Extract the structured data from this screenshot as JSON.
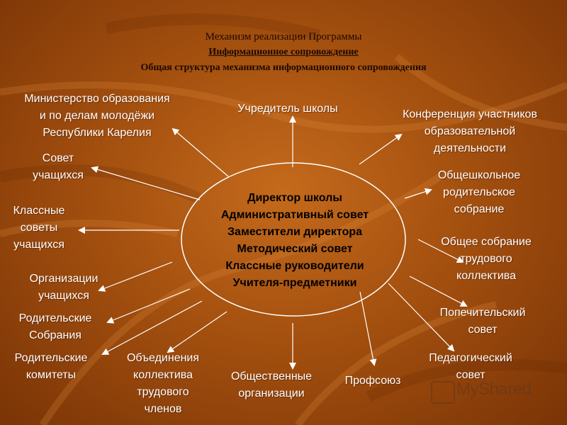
{
  "header": {
    "line1": "Механизм реализации Программы",
    "line2": "Информационное сопровождение",
    "line3": "Общая структура механизма информационного сопровождения"
  },
  "center": {
    "lines": [
      "Директор школы",
      "Административный совет",
      "Заместители директора",
      "Методический совет",
      "Классные руководители",
      "Учителя-предметники"
    ]
  },
  "nodes": {
    "ministry": [
      "Министерство образования",
      "и по делам молодёжи",
      "Республики Карелия"
    ],
    "founder": [
      "Учредитель школы"
    ],
    "conference": [
      "Конференция участников",
      "образовательной",
      "деятельности"
    ],
    "student_council": [
      "Совет",
      "учащихся"
    ],
    "parent_meeting": [
      "Общешкольное",
      "родительское",
      "собрание"
    ],
    "class_councils": [
      "Классные",
      "советы",
      "учащихся"
    ],
    "staff_meeting": [
      "Общее собрание",
      "трудового",
      "коллектива"
    ],
    "student_orgs": [
      "Организации",
      "учащихся"
    ],
    "trustee_council": [
      "Попечительский",
      "совет"
    ],
    "parent_meetings": [
      "Родительские",
      "Собрания"
    ],
    "parent_committees": [
      "Родительские",
      "комитеты"
    ],
    "staff_associations": [
      "Объединения",
      "коллектива",
      "трудового",
      "членов"
    ],
    "public_orgs": [
      "Общественные",
      "организации"
    ],
    "union": [
      "Профсоюз"
    ],
    "pedagogical_council": [
      "Педагогический",
      "совет"
    ]
  },
  "watermark": "MyShared"
}
